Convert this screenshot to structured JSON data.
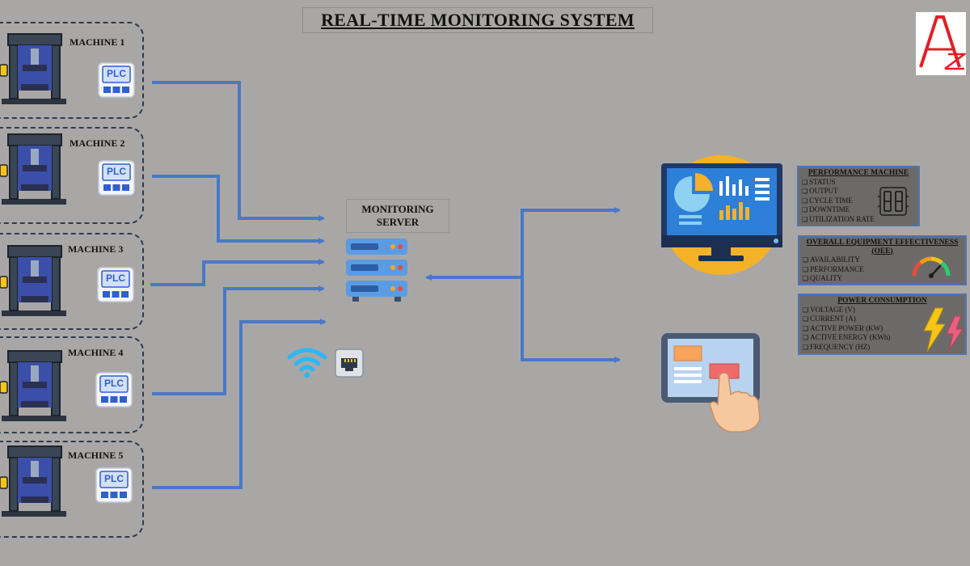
{
  "title": "REAL-TIME MONITORING SYSTEM",
  "machines": [
    {
      "label": "MACHINE 1",
      "plc": "PLC"
    },
    {
      "label": "MACHINE 2",
      "plc": "PLC"
    },
    {
      "label": "MACHINE 3",
      "plc": "PLC"
    },
    {
      "label": "MACHINE 4",
      "plc": "PLC"
    },
    {
      "label": "MACHINE 5",
      "plc": "PLC"
    }
  ],
  "server": {
    "line1": "MONITORING",
    "line2": "SERVER"
  },
  "panels": {
    "performance": {
      "title": "PERFORMANCE MACHINE",
      "items": [
        "STATUS",
        "OUTPUT",
        "CYCLE TIME",
        "DOWNTIME",
        "UTILIZATION RATE"
      ]
    },
    "oee": {
      "title_line1": "OVERALL EQUIPMENT EFFECTIVENESS",
      "title_line2": "(OEE)",
      "items": [
        "AVAILABILITY",
        "PERFORMANCE",
        "QUALITY"
      ]
    },
    "power": {
      "title": "POWER CONSUMPTION",
      "items": [
        "VOLTAGE (V)",
        "CURRENT (A)",
        "ACTIVE POWER (KW)",
        "ACTIVE ENERGY (KWh)",
        "FREQUENCY (HZ)"
      ]
    }
  },
  "colors": {
    "background": "#a9a7a6",
    "connector": "#4a78c8",
    "machine_frame": "#3a4655",
    "machine_body": "#3b4fa8",
    "plc_accent": "#2f5fd0",
    "monitor_screen": "#2d7fd8",
    "sun_disc": "#f4b228",
    "panel_border": "#4e74b3",
    "logo_red": "#e41e25"
  },
  "icons": [
    "machine-press-icon",
    "plc-icon",
    "server-icon",
    "wifi-icon",
    "ethernet-port-icon",
    "monitor-dashboard-icon",
    "tablet-touch-icon",
    "digital-counter-icon",
    "gauge-icon",
    "lightning-icon"
  ]
}
